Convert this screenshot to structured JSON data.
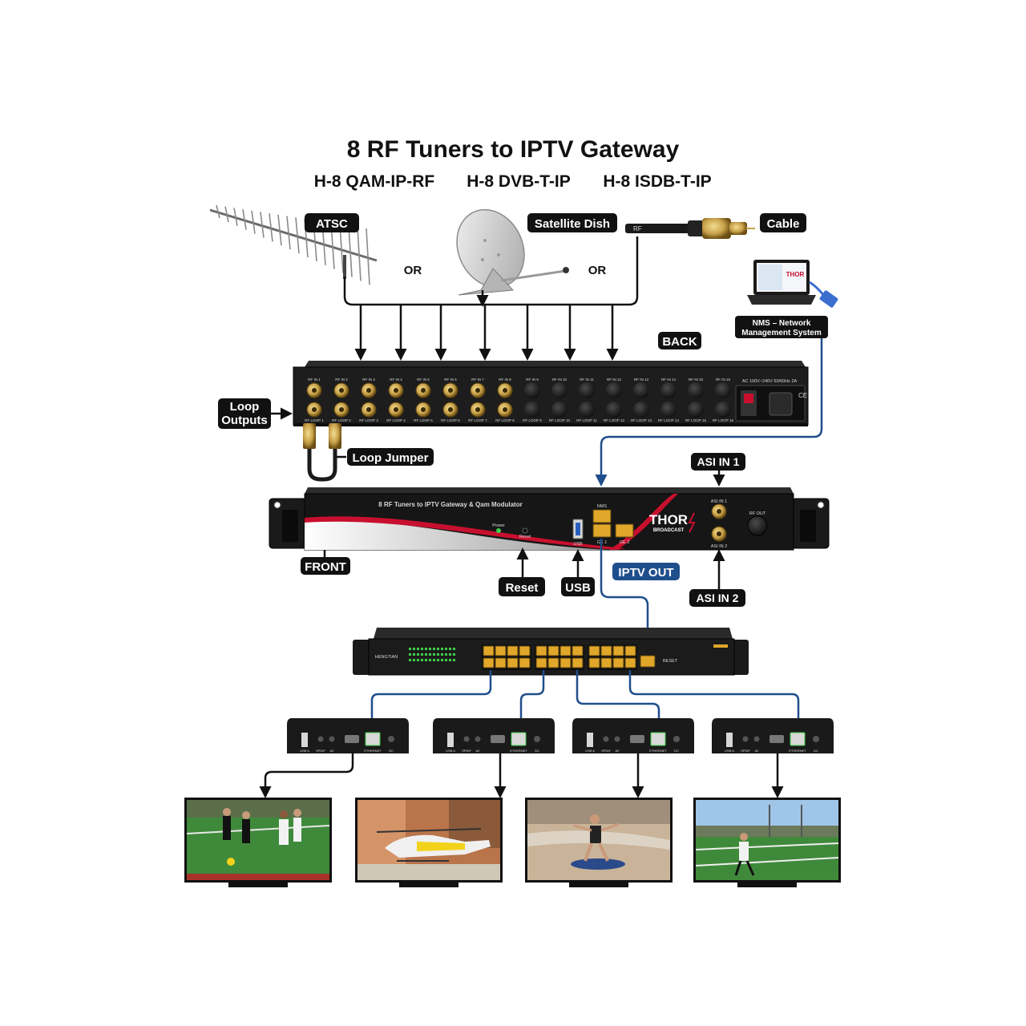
{
  "title": "8 RF Tuners to IPTV Gateway",
  "models": [
    "H-8 QAM-IP-RF",
    "H-8 DVB-T-IP",
    "H-8 ISDB-T-IP"
  ],
  "sources": {
    "atsc": "ATSC",
    "satellite": "Satellite Dish",
    "cable": "Cable",
    "rf_tag": "RF",
    "or": "OR"
  },
  "nms": {
    "line1": "NMS – Network",
    "line2": "Management System",
    "laptop_brand": "THOR"
  },
  "back": {
    "label": "BACK",
    "rf_in": [
      "RF IN 1",
      "RF IN 2",
      "RF IN 3",
      "RF IN 4",
      "RF IN 5",
      "RF IN 6",
      "RF IN 7",
      "RF IN 8",
      "RF IN 9",
      "RF IN 10",
      "RF IN 11",
      "RF IN 12",
      "RF IN 13",
      "RF IN 14",
      "RF IN 15",
      "RF IN 16"
    ],
    "rf_loop": [
      "RF LOOP 1",
      "RF LOOP 2",
      "RF LOOP 3",
      "RF LOOP 4",
      "RF LOOP 5",
      "RF LOOP 6",
      "RF LOOP 7",
      "RF LOOP 8",
      "RF LOOP 9",
      "RF LOOP 10",
      "RF LOOP 11",
      "RF LOOP 12",
      "RF LOOP 13",
      "RF LOOP 14",
      "RF LOOP 15",
      "RF LOOP 16"
    ],
    "power_rating": "AC 100V~240V 50/60Hz 2A",
    "ce": "CE"
  },
  "loop": {
    "outputs_line1": "Loop",
    "outputs_line2": "Outputs",
    "jumper": "Loop Jumper"
  },
  "front": {
    "label": "FRONT",
    "panel_title": "8 RF Tuners to IPTV Gateway & Qam Modulator",
    "power": "Power",
    "reset": "Reset",
    "usb": "USB",
    "nms_port": "NMS",
    "ge1": "GE 1",
    "ge2": "GE 2",
    "brand": "THOR",
    "brand_sub": "BROADCAST",
    "asi_in1_port": "ASI IN 1",
    "asi_in2_port": "ASI IN 2",
    "rf_out": "RF OUT"
  },
  "callouts": {
    "asi_in1": "ASI IN 1",
    "asi_in2": "ASI IN 2",
    "reset": "Reset",
    "usb": "USB",
    "iptv_out": "IPTV OUT"
  },
  "switch": {
    "brand": "HENGTIAN",
    "reset": "RESET"
  },
  "stb": {
    "usb": "USB A",
    "spdif": "SPDIF",
    "av": "AV",
    "ethernet": "ETHERNET",
    "dc": "DC"
  },
  "colors": {
    "label_bg": "#111111",
    "blue_line": "#1f4e8c",
    "brand_red": "#c8102e",
    "port_yellow": "#e0a72a",
    "connector_gold": "#c9a24a",
    "chassis": "#1b1b1b",
    "field_green": "#2f7a2f"
  },
  "tv_screens": [
    "soccer-icon",
    "helicopter-icon",
    "skimboard-icon",
    "football-field-icon"
  ]
}
